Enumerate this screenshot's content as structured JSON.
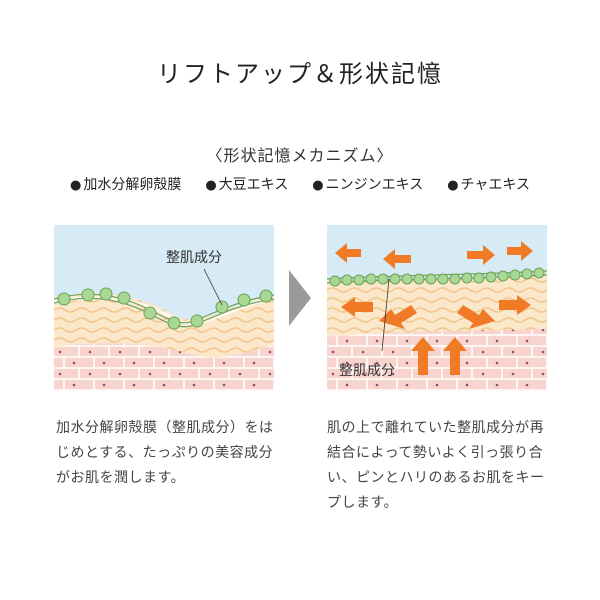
{
  "title": "リフトアップ＆形状記憶",
  "subtitle": "〈形状記憶メカニズム〉",
  "ingredients": [
    {
      "bullet": "●",
      "label": "加水分解卵殻膜"
    },
    {
      "bullet": "●",
      "label": "大豆エキス"
    },
    {
      "bullet": "●",
      "label": "ニンジンエキス"
    },
    {
      "bullet": "●",
      "label": "チャエキス"
    }
  ],
  "left_panel": {
    "label": "整肌成分"
  },
  "right_panel": {
    "label": "整肌成分"
  },
  "left_desc": "加水分解卵殻膜（整肌成分）をはじめとする、たっぷりの美容成分がお肌を潤します。",
  "right_desc": "肌の上で離れていた整肌成分が再結合によって勢いよく引っ張り合い、ピンとハリのあるお肌をキープします。",
  "colors": {
    "sky": "#d6ebf5",
    "dermis": "#fbe7c9",
    "fiber": "#f3c98f",
    "cells": "#f8d6d2",
    "cell_line": "#ffffff",
    "ball": "#9fd08a",
    "arrow": "#f07a25",
    "chevron": "#9a9a9a"
  }
}
